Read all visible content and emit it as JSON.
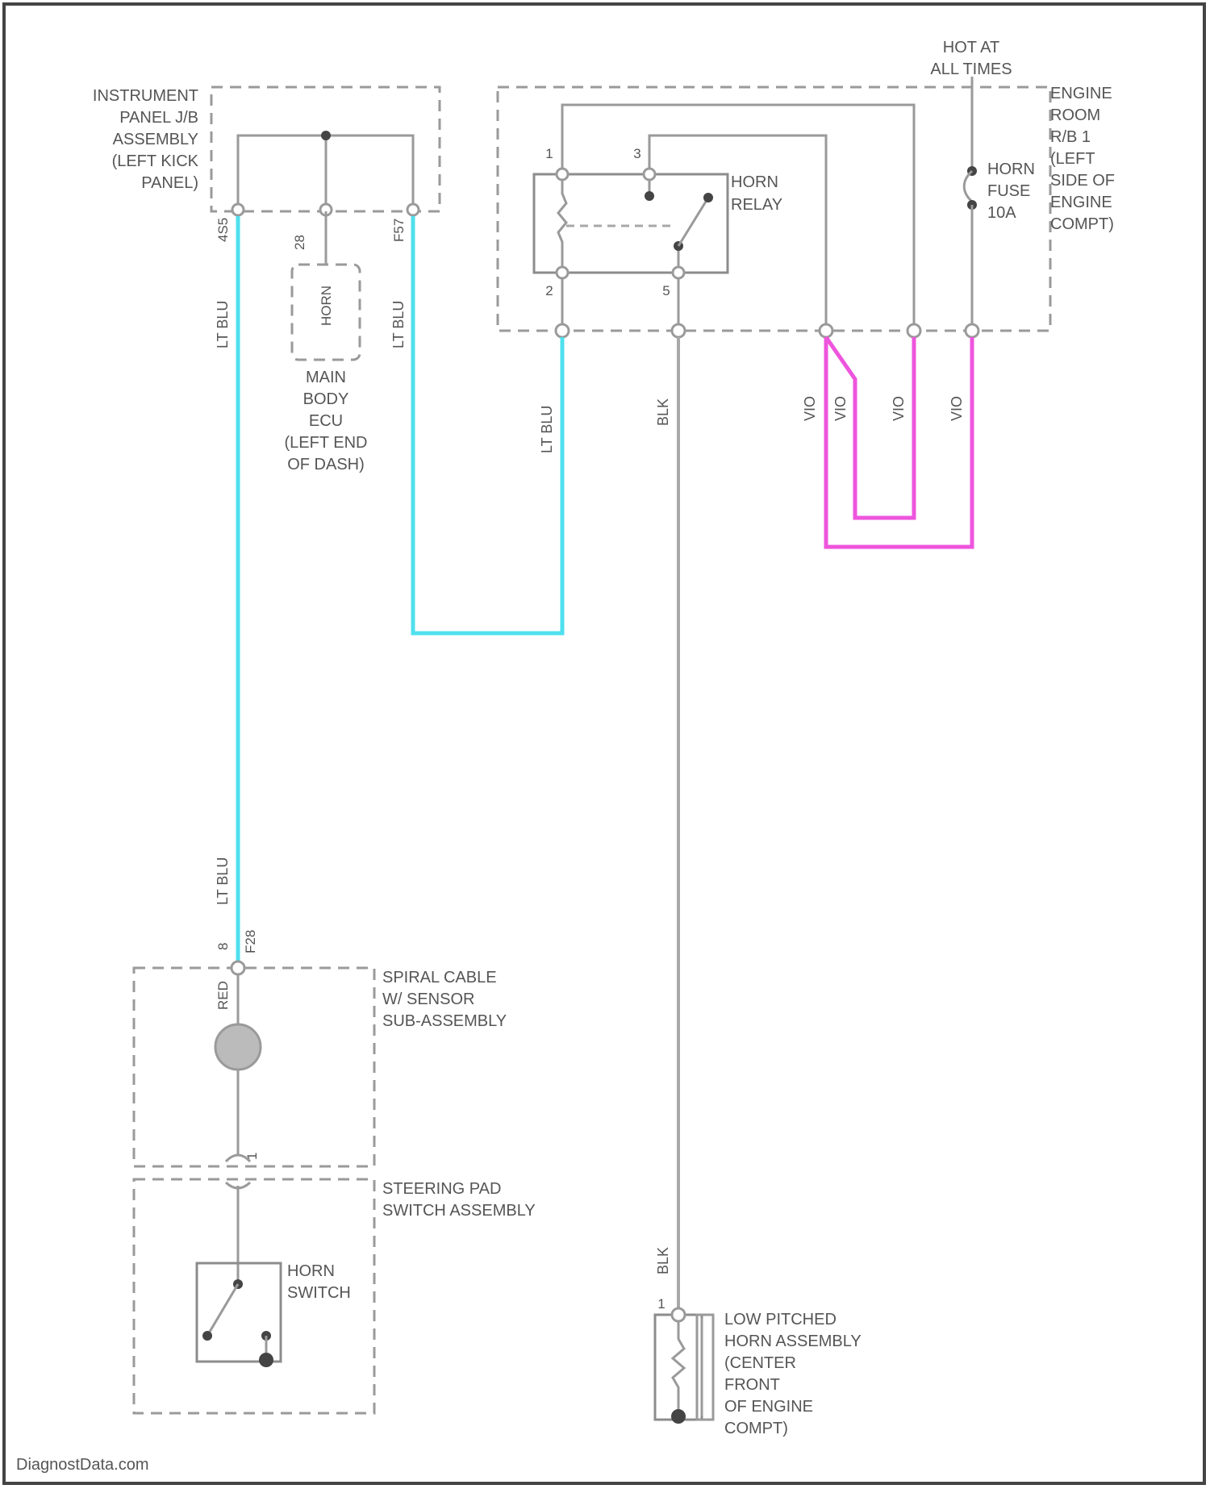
{
  "diagram": {
    "hot_label": [
      "HOT AT",
      "ALL TIMES"
    ],
    "ip_jb": {
      "label": [
        "INSTRUMENT",
        "PANEL J/B",
        "ASSEMBLY",
        "(LEFT KICK",
        "PANEL)"
      ],
      "pin_left": "4S5",
      "pin_mid": "28",
      "pin_right": "F57"
    },
    "main_body_ecu": {
      "label": [
        "MAIN",
        "BODY",
        "ECU",
        "(LEFT END",
        "OF DASH)"
      ],
      "inner": "HORN"
    },
    "engine_room_rb": {
      "label": [
        "ENGINE",
        "ROOM",
        "R/B 1",
        "(LEFT",
        "SIDE OF",
        "ENGINE",
        "COMPT)"
      ]
    },
    "horn_relay": {
      "label": [
        "HORN",
        "RELAY"
      ],
      "pin_1": "1",
      "pin_2": "2",
      "pin_3": "3",
      "pin_5": "5"
    },
    "horn_fuse": {
      "label": [
        "HORN",
        "FUSE",
        "10A"
      ]
    },
    "spiral_cable": {
      "label": [
        "SPIRAL CABLE",
        "W/ SENSOR",
        "SUB-ASSEMBLY"
      ],
      "pin_top": "8",
      "conn_top": "F28",
      "pin_bottom": "1",
      "wire": "RED"
    },
    "steering_pad": {
      "label": [
        "STEERING PAD",
        "SWITCH ASSEMBLY"
      ]
    },
    "horn_switch": {
      "label": [
        "HORN",
        "SWITCH"
      ]
    },
    "low_horn": {
      "label": [
        "LOW PITCHED",
        "HORN ASSEMBLY",
        "(CENTER",
        "FRONT",
        "OF ENGINE",
        "COMPT)"
      ],
      "pin": "1"
    },
    "wires": {
      "lt_blu": "LT BLU",
      "blk": "BLK",
      "vio": "VIO"
    },
    "watermark": "DiagnostData.com"
  },
  "colors": {
    "lt_blu": "#4fe0ee",
    "vio": "#ee55dd",
    "blk": "#a8a8a8"
  }
}
